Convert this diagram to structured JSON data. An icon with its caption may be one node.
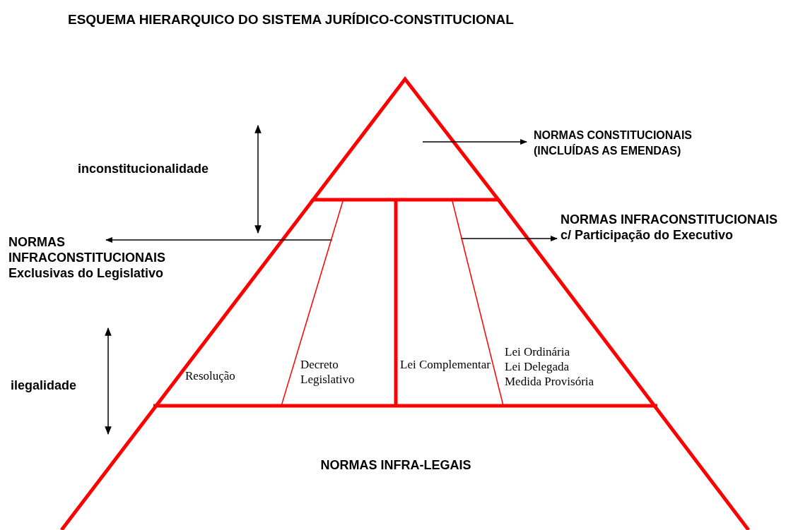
{
  "diagram": {
    "title": "ESQUEMA HIERARQUICO DO SISTEMA JURÍDICO-CONSTITUCIONAL",
    "nodes": [
      {
        "text": [],
        "shape": "triangle"
      },
      {
        "text": [
          "NORMAS CONSTITUCIONAIS (INCLUÍDAS AS EMENDAS)"
        ]
      },
      {
        "text": [
          "NORMAS INFRACONSTITUCIONAIS Exclusivas do Legislativo"
        ]
      },
      {
        "text": [
          "NORMAS INFRACONSTITUCIONAIS c/ Participação do Executivo"
        ]
      },
      {
        "text": [
          "Resolução"
        ]
      },
      {
        "text": [
          "Decreto Legislativo"
        ]
      },
      {
        "text": [
          "Lei Complementar"
        ]
      },
      {
        "text": [
          "Lei Ordinária",
          "Lei Delegada",
          "Medida Provisória"
        ]
      },
      {
        "text": [
          "NORMAS INFRA-LEGAIS"
        ]
      }
    ],
    "edges": [
      {
        "from": 0,
        "to": 1,
        "arrow": "to"
      },
      {
        "from": 5,
        "to": 2,
        "arrow": "to"
      },
      {
        "from": 7,
        "to": 3,
        "arrow": "to"
      }
    ],
    "labels": [
      "inconstitucionalidade",
      "ilegalidade"
    ]
  }
}
